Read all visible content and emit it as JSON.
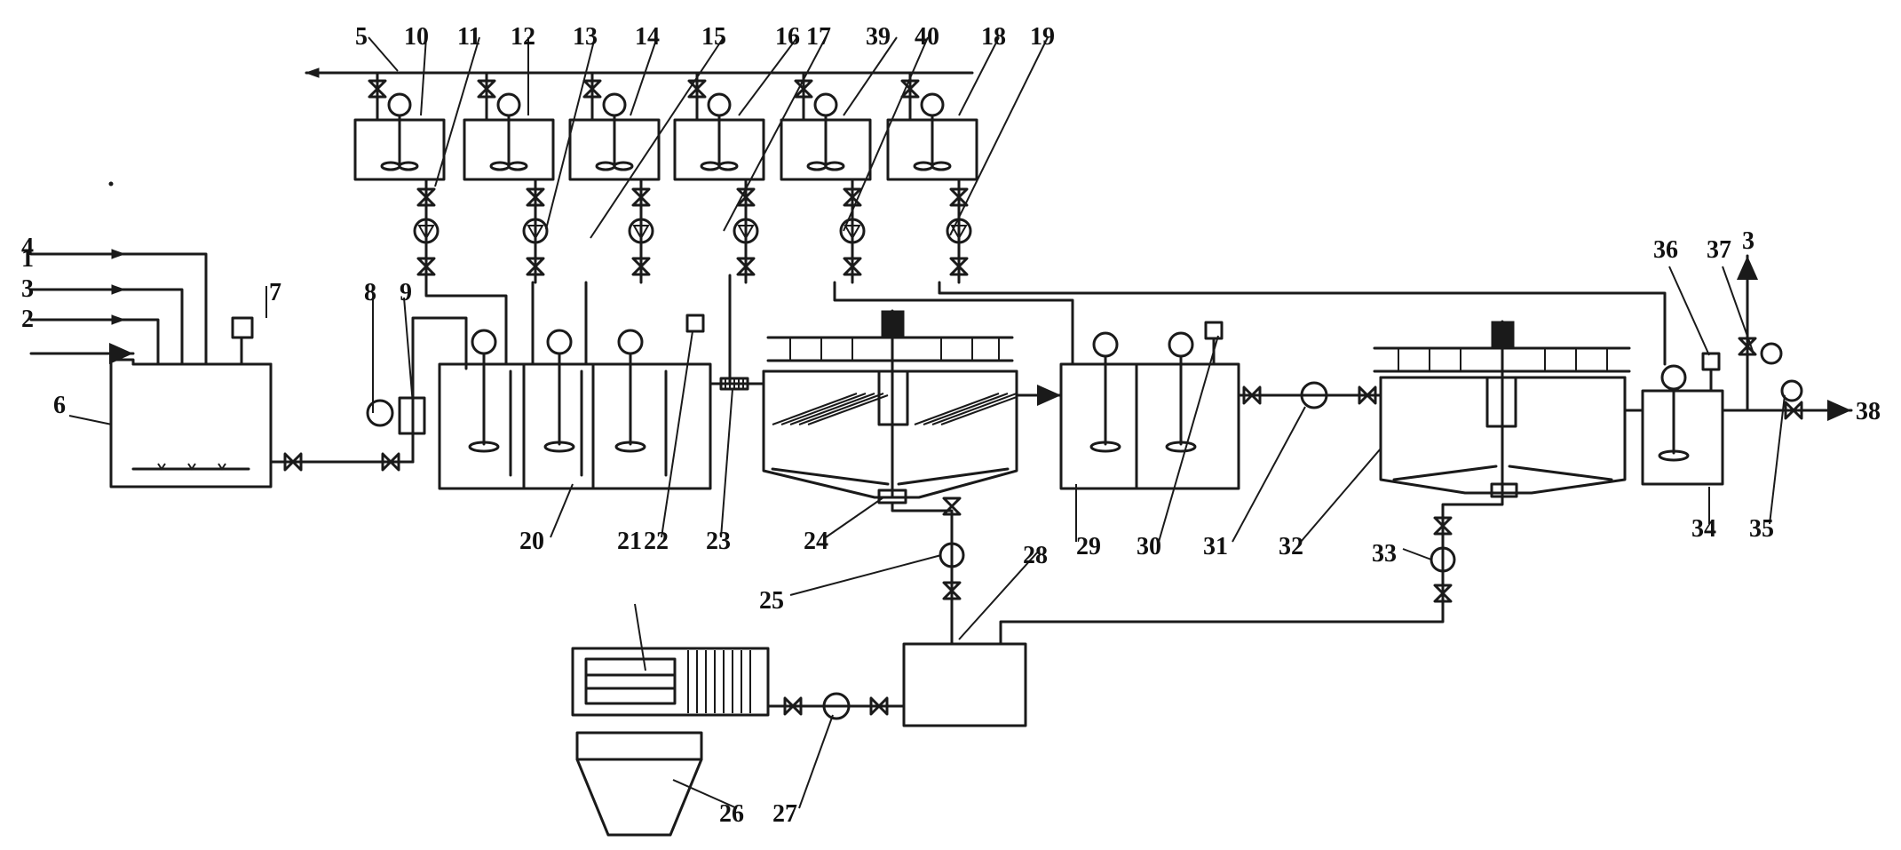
{
  "diagram": {
    "labels": {
      "n1": "1",
      "n2": "2",
      "n3": "3",
      "n3b": "3",
      "n4": "4",
      "n5": "5",
      "n6": "6",
      "n7": "7",
      "n8": "8",
      "n9": "9",
      "n10": "10",
      "n11": "11",
      "n12": "12",
      "n13": "13",
      "n14": "14",
      "n15": "15",
      "n16": "16",
      "n17": "17",
      "n18": "18",
      "n19": "19",
      "n20": "20",
      "n21": "21",
      "n22": "22",
      "n23": "23",
      "n24": "24",
      "n25": "25",
      "n26": "26",
      "n27": "27",
      "n28": "28",
      "n29": "29",
      "n30": "30",
      "n31": "31",
      "n32": "32",
      "n33": "33",
      "n34": "34",
      "n35": "35",
      "n36": "36",
      "n37": "37",
      "n38": "38",
      "n39": "39",
      "n40": "40"
    },
    "colors": {
      "line": "#1a1a1a",
      "background": "#ffffff"
    }
  }
}
